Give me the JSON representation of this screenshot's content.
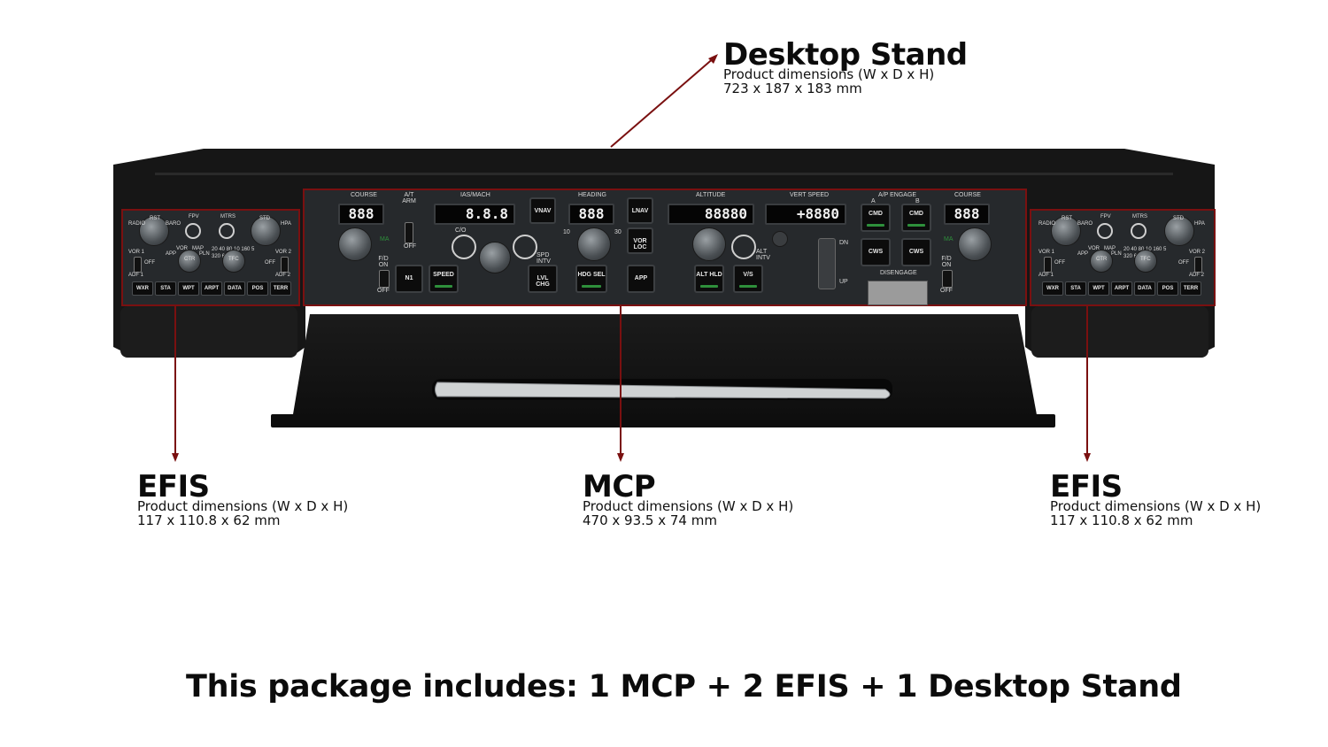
{
  "desktop_stand": {
    "title": "Desktop Stand",
    "dim_label": "Product dimensions (W x D x H)",
    "dims": "723 x 187 x 183 mm"
  },
  "efis_left": {
    "title": "EFIS",
    "dim_label": "Product dimensions (W x D x H)",
    "dims": "117 x 110.8 x 62 mm"
  },
  "mcp": {
    "title": "MCP",
    "dim_label": "Product dimensions (W x D x H)",
    "dims": "470 x 93.5 x 74 mm"
  },
  "efis_right": {
    "title": "EFIS",
    "dim_label": "Product dimensions (W x D x H)",
    "dims": "117 x 110.8 x 62 mm"
  },
  "footer": "This package includes: 1 MCP + 2 EFIS + 1 Desktop Stand",
  "panel": {
    "course_l": "COURSE",
    "course_r": "COURSE",
    "at_arm": "A/T ARM",
    "ias_mach": "IAS/MACH",
    "heading": "HEADING",
    "altitude": "ALTITUDE",
    "vert_speed": "VERT SPEED",
    "ap_engage": "A/P ENGAGE",
    "a": "A",
    "b": "B",
    "off": "OFF",
    "fd_on": "F/D ON",
    "fd_off": "OFF",
    "fd_on_r": "F/D ON",
    "fd_off_r": "OFF",
    "co": "C/O",
    "spd_intv": "SPD INTV",
    "alt_intv": "ALT INTV",
    "hdg_10": "10",
    "hdg_30": "30",
    "dn": "DN",
    "up": "UP",
    "disengage": "DISENGAGE",
    "ma_l": "MA",
    "ma_r": "MA",
    "lcd_course_l": "888",
    "lcd_ias": "8.8.8",
    "lcd_heading": "888",
    "lcd_altitude": "88880",
    "lcd_vs": "+8880",
    "lcd_course_r": "888",
    "btn_vnav": "VNAV",
    "btn_lnav": "LNAV",
    "btn_vorloc": "VOR LOC",
    "btn_n1": "N1",
    "btn_speed": "SPEED",
    "btn_lvlchg": "LVL CHG",
    "btn_hdgsel": "HDG SEL",
    "btn_app": "APP",
    "btn_althld": "ALT HLD",
    "btn_vs": "V/S",
    "btn_cmd_a": "CMD",
    "btn_cmd_b": "CMD",
    "btn_cws_a": "CWS",
    "btn_cws_b": "CWS"
  },
  "efis": {
    "radio": "RADIO",
    "baro": "BARO",
    "rst": "RST",
    "std": "STD",
    "fpv": "FPV",
    "mtrs": "MTRS",
    "hpa": "HPA",
    "vor1": "VOR 1",
    "adf1": "ADF 1",
    "vor2": "VOR 2",
    "adf2": "ADF 2",
    "off": "OFF",
    "app": "APP",
    "vor": "VOR",
    "map": "MAP",
    "pln": "PLN",
    "ctr": "CTR",
    "tfc": "TFC",
    "range": "20 40 80 10 160 5 320 640",
    "wxr": "WXR",
    "sta": "STA",
    "wpt": "WPT",
    "arpt": "ARPT",
    "data": "DATA",
    "pos": "POS",
    "terr": "TERR"
  }
}
